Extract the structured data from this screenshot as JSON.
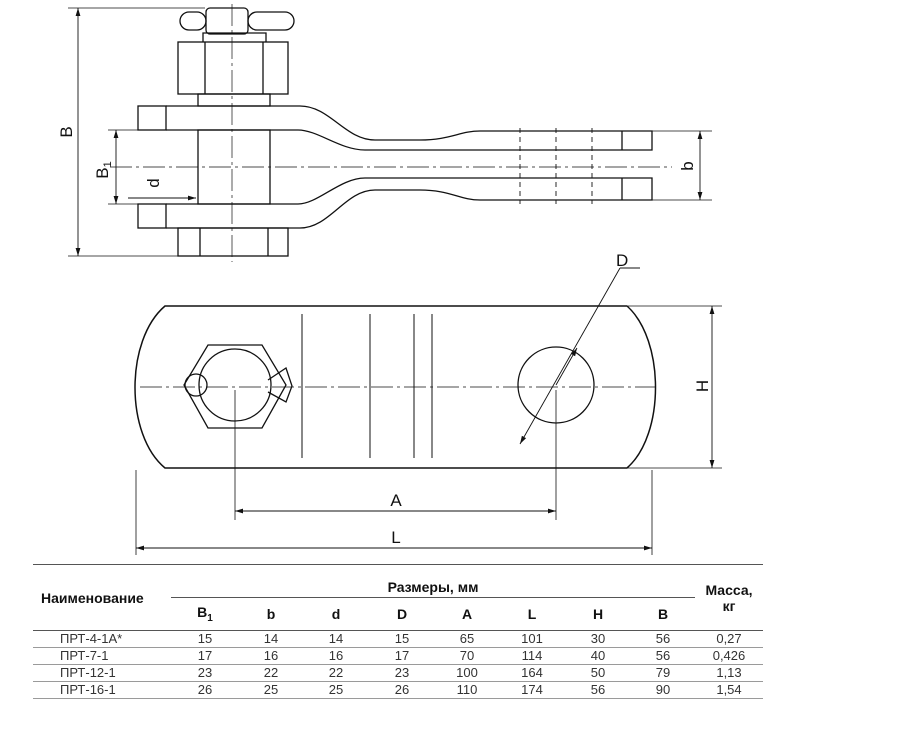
{
  "drawing": {
    "labels": {
      "B": "B",
      "B1": "B",
      "B1_sub": "1",
      "d": "d",
      "b": "b",
      "D": "D",
      "H": "H",
      "A": "A",
      "L": "L"
    }
  },
  "table": {
    "name_header": "Наименование",
    "dims_header": "Размеры, мм",
    "mass_header_1": "Масса,",
    "mass_header_2": "кг",
    "columns": [
      {
        "label": "B",
        "sub": "1"
      },
      {
        "label": "b",
        "sub": ""
      },
      {
        "label": "d",
        "sub": ""
      },
      {
        "label": "D",
        "sub": ""
      },
      {
        "label": "A",
        "sub": ""
      },
      {
        "label": "L",
        "sub": ""
      },
      {
        "label": "H",
        "sub": ""
      },
      {
        "label": "B",
        "sub": ""
      }
    ],
    "rows": [
      {
        "name": "ПРТ-4-1А*",
        "values": [
          "15",
          "14",
          "14",
          "15",
          "65",
          "101",
          "30",
          "56"
        ],
        "mass": "0,27"
      },
      {
        "name": "ПРТ-7-1",
        "values": [
          "17",
          "16",
          "16",
          "17",
          "70",
          "114",
          "40",
          "56"
        ],
        "mass": "0,426"
      },
      {
        "name": "ПРТ-12-1",
        "values": [
          "23",
          "22",
          "22",
          "23",
          "100",
          "164",
          "50",
          "79"
        ],
        "mass": "1,13"
      },
      {
        "name": "ПРТ-16-1",
        "values": [
          "26",
          "25",
          "25",
          "26",
          "110",
          "174",
          "56",
          "90"
        ],
        "mass": "1,54"
      }
    ]
  }
}
